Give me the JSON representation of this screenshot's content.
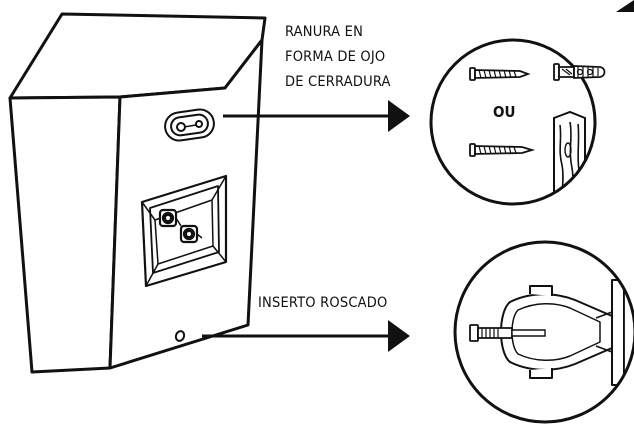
{
  "diagram": {
    "keyhole_label": {
      "line1": "RANURA EN",
      "line2": "FORMA DE OJO",
      "line3": "DE CERRADURA"
    },
    "insert_label": "INSERTO ROSCADO",
    "or_text": "OU",
    "colors": {
      "line": "#111111",
      "background": "#ffffff"
    },
    "icons": [
      "speaker-cabinet",
      "keyhole-slot",
      "binding-post-terminals",
      "threaded-insert",
      "arrow-right",
      "screw",
      "wall-anchor",
      "wood-stud",
      "wall-bracket"
    ]
  }
}
